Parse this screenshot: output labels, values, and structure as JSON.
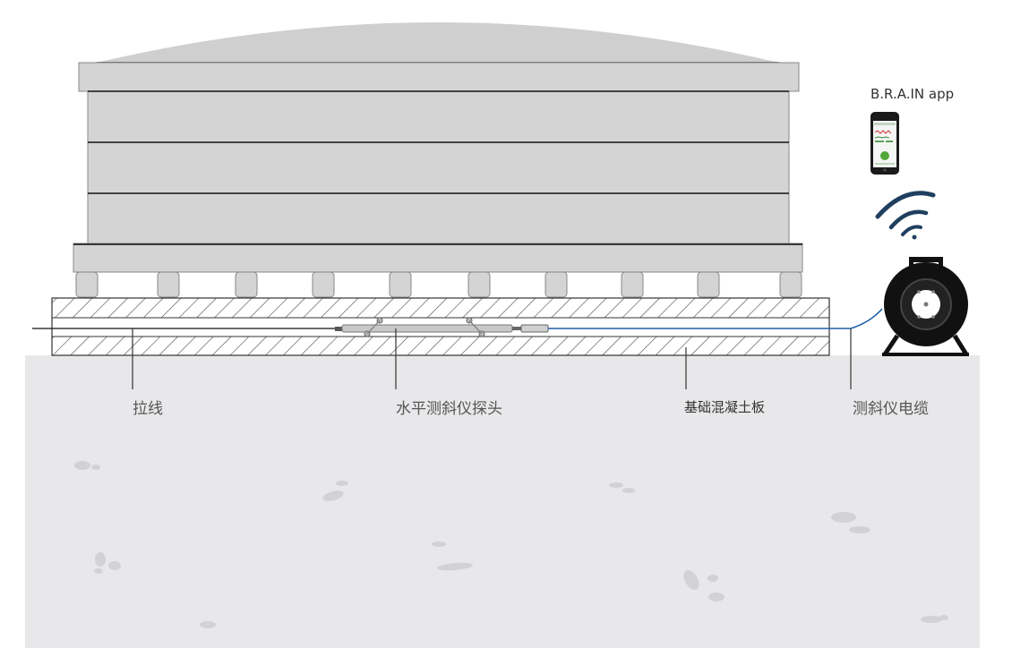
{
  "labels": {
    "app": "B.R.A.IN app",
    "pull_wire": "拉线",
    "probe": "水平测斜仪探头",
    "slab": "基础混凝土板",
    "cable": "测斜仪电缆"
  },
  "colors": {
    "ground": "#e8e8ea",
    "tank": "#d4d4d4",
    "cable": "#1f5fa8",
    "wifi": "#1f3f5f",
    "reel": "#111111"
  }
}
